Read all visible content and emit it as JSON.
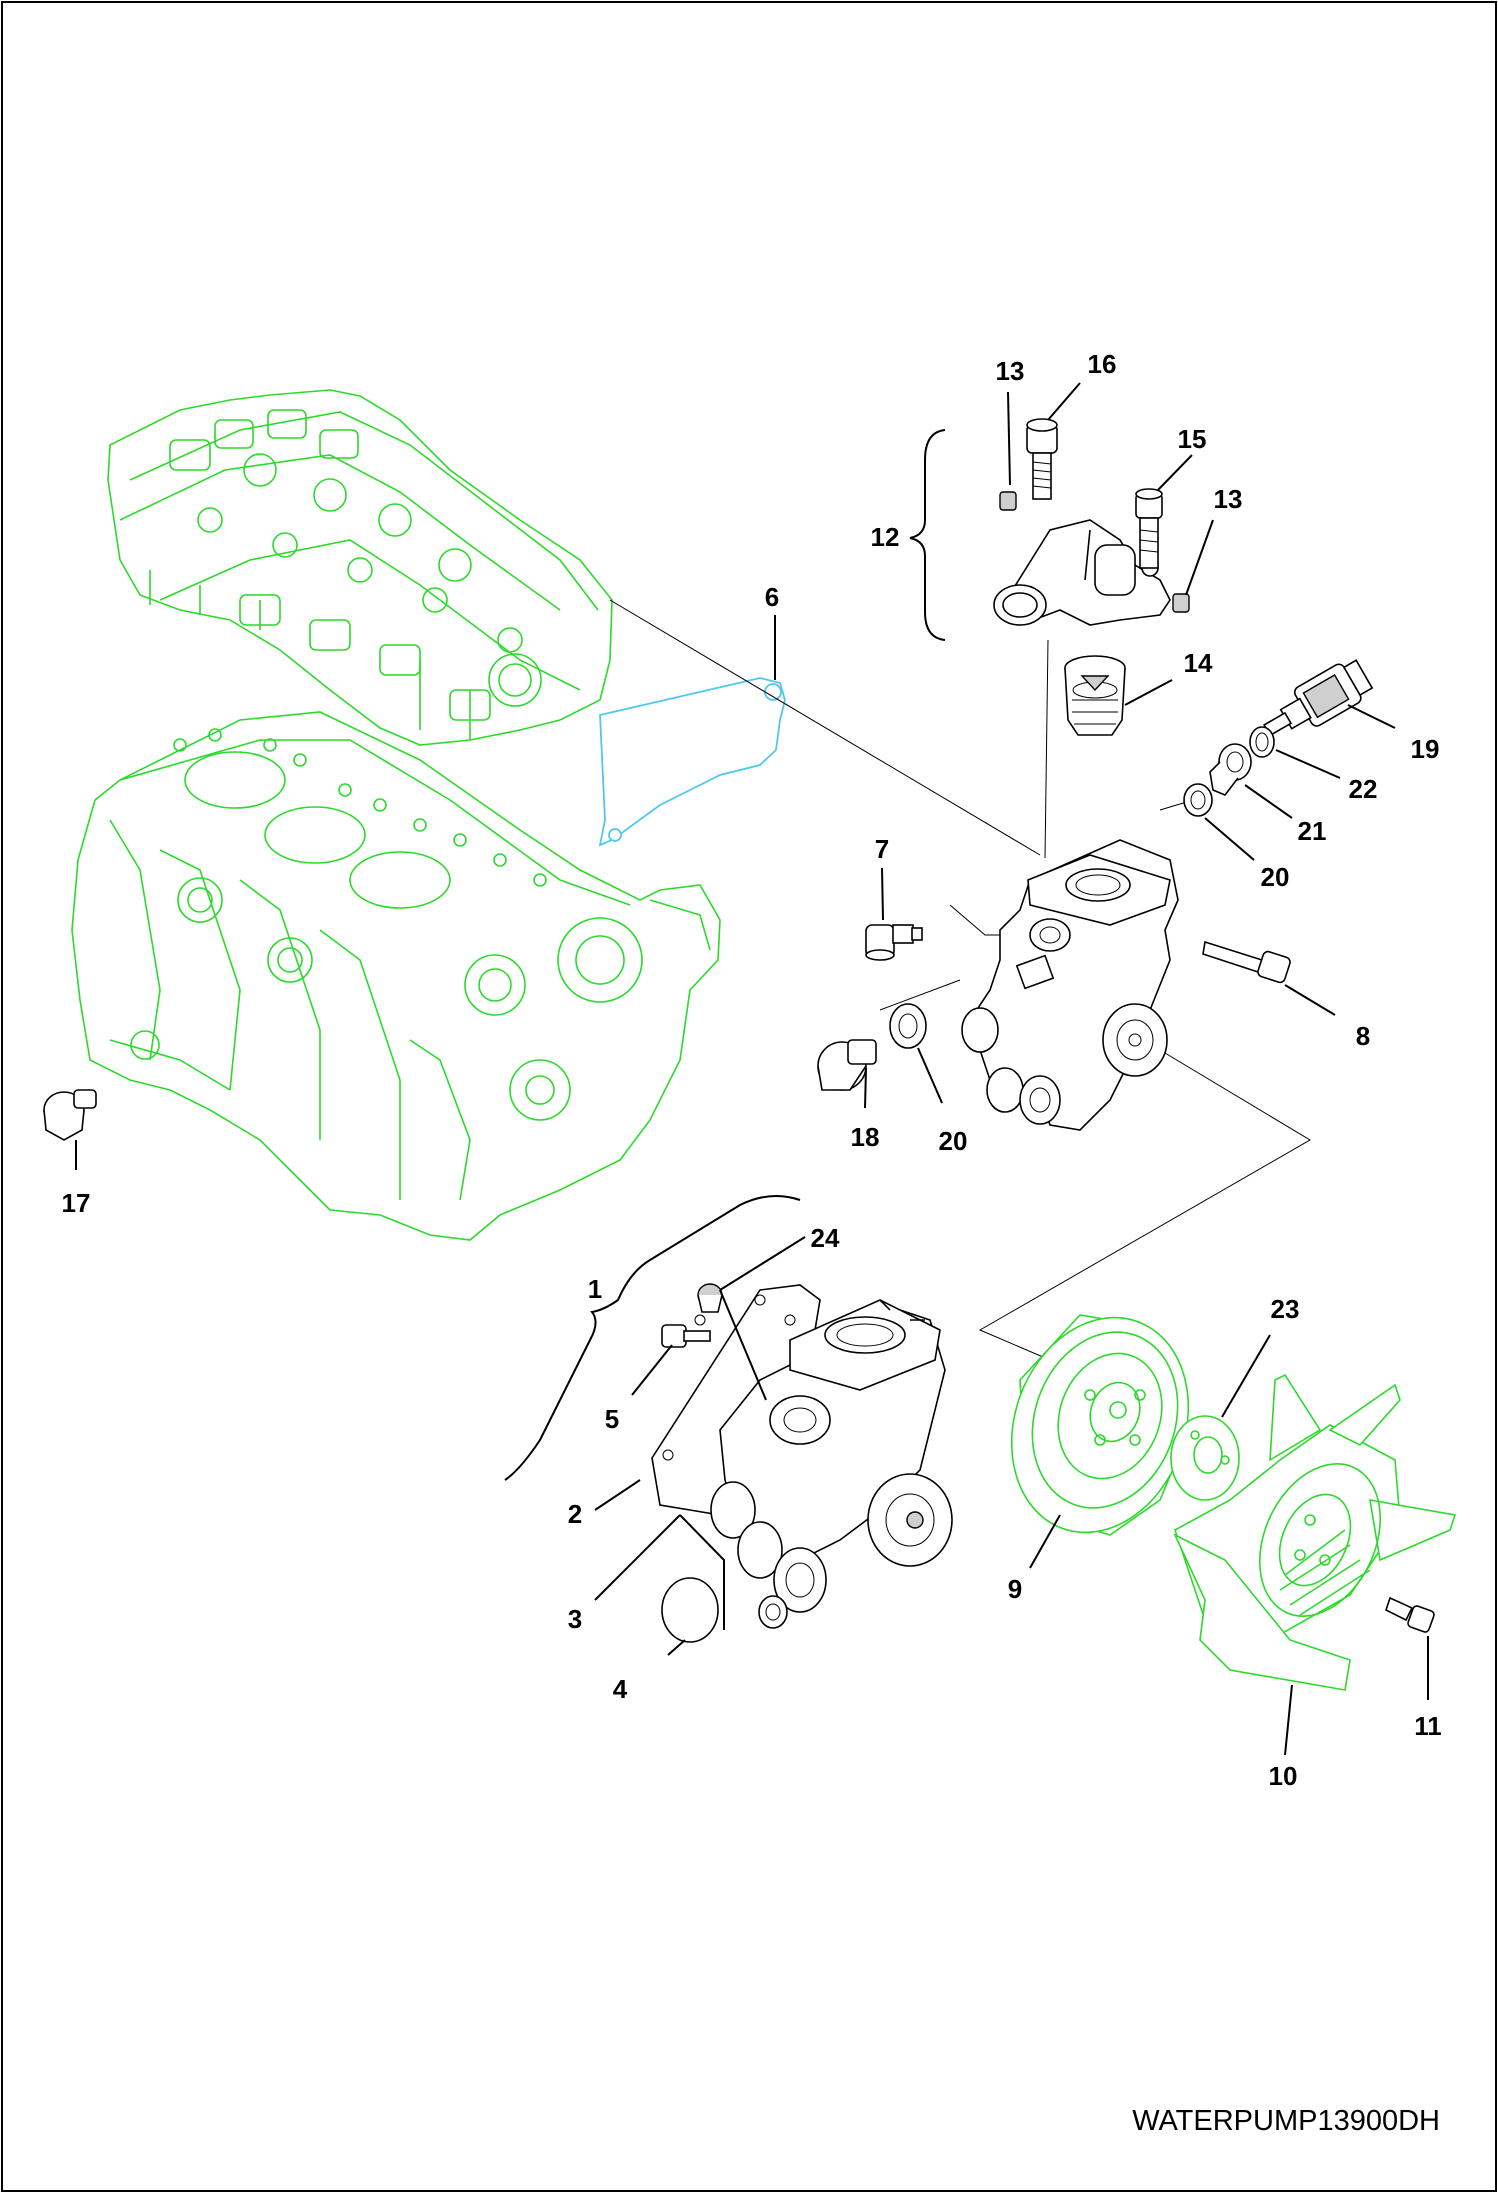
{
  "diagram": {
    "drawing_code": "WATERPUMP13900DH",
    "callouts": [
      "1",
      "2",
      "3",
      "4",
      "5",
      "6",
      "7",
      "8",
      "9",
      "10",
      "11",
      "12",
      "13",
      "13",
      "14",
      "15",
      "16",
      "17",
      "18",
      "19",
      "20",
      "20",
      "21",
      "22",
      "23",
      "24"
    ],
    "colors": {
      "engine_block": "#2cd92c",
      "gasket": "#4fc8ee",
      "parts": "#000000",
      "frame": "#000000"
    }
  }
}
